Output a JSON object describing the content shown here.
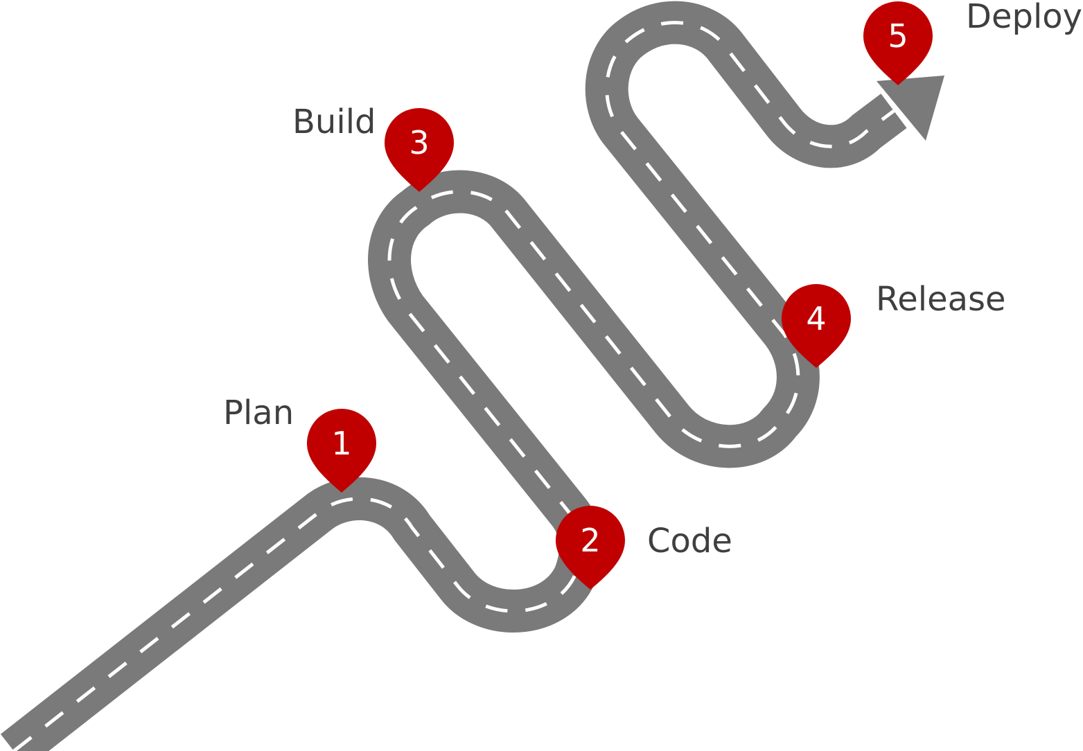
{
  "diagram": {
    "stages": [
      {
        "number": "1",
        "label": "Plan"
      },
      {
        "number": "2",
        "label": "Code"
      },
      {
        "number": "3",
        "label": "Build"
      },
      {
        "number": "4",
        "label": "Release"
      },
      {
        "number": "5",
        "label": "Deploy"
      }
    ],
    "colors": {
      "road": "#7a7a7a",
      "lane_markings": "#ffffff",
      "marker": "#c00000",
      "marker_text": "#ffffff",
      "label_text": "#3f3f3f"
    },
    "icons": {
      "marker": "map-pin-icon",
      "road_end": "arrow-head-icon"
    }
  }
}
